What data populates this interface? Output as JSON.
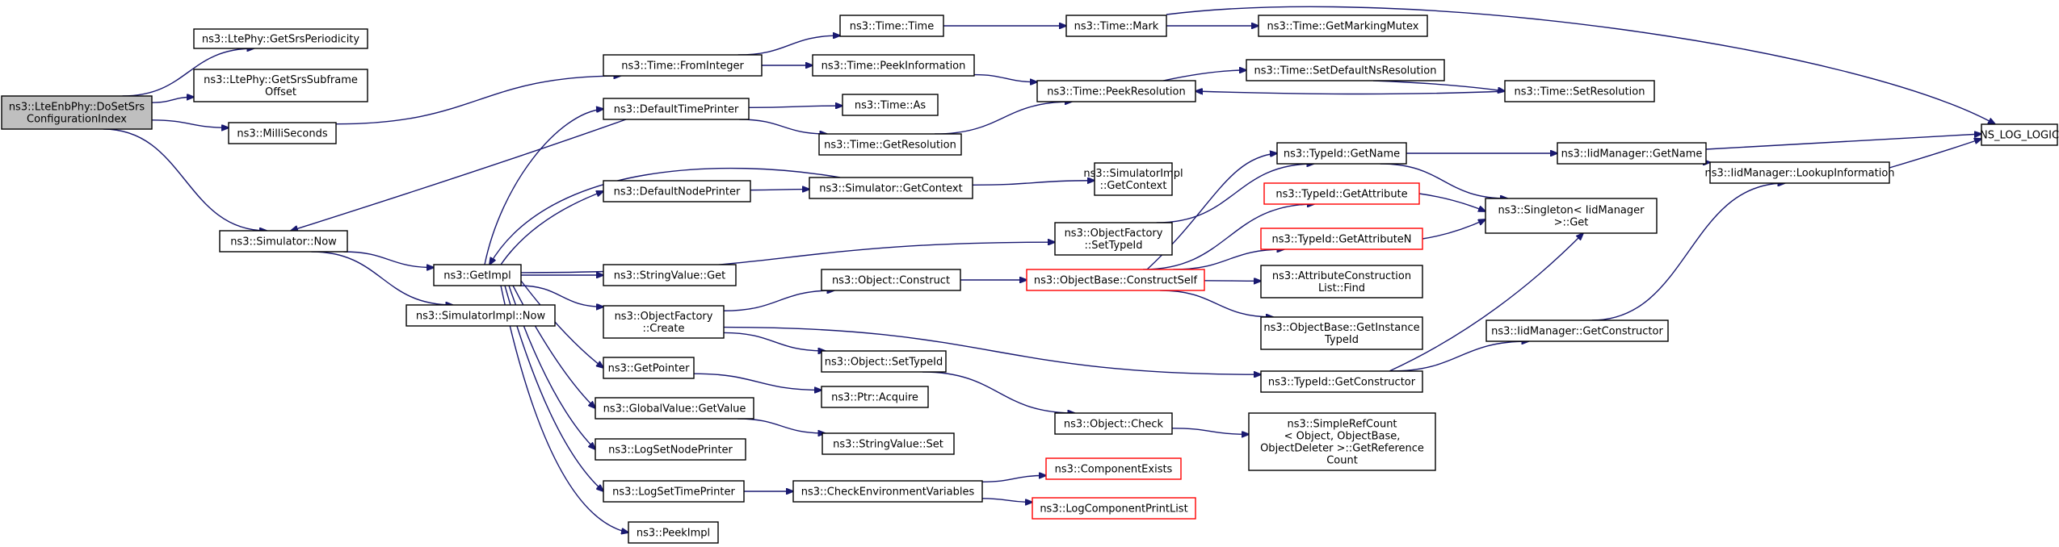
{
  "diagram": {
    "colors": {
      "edge": "#191970",
      "node_border": "#000000",
      "node_border_truncated": "#ff0000",
      "root_fill": "#bfbfbf",
      "node_fill": "#ffffff"
    },
    "nodes": [
      {
        "id": "root",
        "lines": [
          "ns3::LteEnbPhy::DoSetSrs",
          "ConfigurationIndex"
        ],
        "style": "root"
      },
      {
        "id": "getSrsPeriodicity",
        "lines": [
          "ns3::LtePhy::GetSrsPeriodicity"
        ]
      },
      {
        "id": "getSrsSubframeOffset",
        "lines": [
          "ns3::LtePhy::GetSrsSubframe",
          "Offset"
        ]
      },
      {
        "id": "milliSeconds",
        "lines": [
          "ns3::MilliSeconds"
        ]
      },
      {
        "id": "simNow",
        "lines": [
          "ns3::Simulator::Now"
        ]
      },
      {
        "id": "timeFromInteger",
        "lines": [
          "ns3::Time::FromInteger"
        ]
      },
      {
        "id": "timeTime",
        "lines": [
          "ns3::Time::Time"
        ]
      },
      {
        "id": "timePeekInformation",
        "lines": [
          "ns3::Time::PeekInformation"
        ]
      },
      {
        "id": "timeMark",
        "lines": [
          "ns3::Time::Mark"
        ]
      },
      {
        "id": "getMarkingMutex",
        "lines": [
          "ns3::Time::GetMarkingMutex"
        ]
      },
      {
        "id": "nsLogLogic",
        "lines": [
          "NS_LOG_LOGIC"
        ]
      },
      {
        "id": "defaultTimePrinter",
        "lines": [
          "ns3::DefaultTimePrinter"
        ]
      },
      {
        "id": "timeAs",
        "lines": [
          "ns3::Time::As"
        ]
      },
      {
        "id": "timeGetResolution",
        "lines": [
          "ns3::Time::GetResolution"
        ]
      },
      {
        "id": "timePeekResolution",
        "lines": [
          "ns3::Time::PeekResolution"
        ]
      },
      {
        "id": "setDefaultNsResolution",
        "lines": [
          "ns3::Time::SetDefaultNsResolution"
        ]
      },
      {
        "id": "setResolution",
        "lines": [
          "ns3::Time::SetResolution"
        ]
      },
      {
        "id": "defaultNodePrinter",
        "lines": [
          "ns3::DefaultNodePrinter"
        ]
      },
      {
        "id": "simGetContext",
        "lines": [
          "ns3::Simulator::GetContext"
        ]
      },
      {
        "id": "simImplGetContext",
        "lines": [
          "ns3::SimulatorImpl",
          "::GetContext"
        ]
      },
      {
        "id": "getImpl",
        "lines": [
          "ns3::GetImpl"
        ]
      },
      {
        "id": "simImplNow",
        "lines": [
          "ns3::SimulatorImpl::Now"
        ]
      },
      {
        "id": "ofSetTypeId",
        "lines": [
          "ns3::ObjectFactory",
          "::SetTypeId"
        ]
      },
      {
        "id": "stringValueGet",
        "lines": [
          "ns3::StringValue::Get"
        ]
      },
      {
        "id": "ofCreate",
        "lines": [
          "ns3::ObjectFactory",
          "::Create"
        ]
      },
      {
        "id": "objConstruct",
        "lines": [
          "ns3::Object::Construct"
        ]
      },
      {
        "id": "constructSelf",
        "lines": [
          "ns3::ObjectBase::ConstructSelf"
        ],
        "style": "red"
      },
      {
        "id": "typeIdGetName",
        "lines": [
          "ns3::TypeId::GetName"
        ]
      },
      {
        "id": "typeIdGetAttribute",
        "lines": [
          "ns3::TypeId::GetAttribute"
        ],
        "style": "red"
      },
      {
        "id": "typeIdGetAttributeN",
        "lines": [
          "ns3::TypeId::GetAttributeN"
        ],
        "style": "red"
      },
      {
        "id": "attrConstructionFind",
        "lines": [
          "ns3::AttributeConstruction",
          "List::Find"
        ]
      },
      {
        "id": "getInstanceTypeId",
        "lines": [
          "ns3::ObjectBase::GetInstance",
          "TypeId"
        ]
      },
      {
        "id": "iidGetName",
        "lines": [
          "ns3::IidManager::GetName"
        ]
      },
      {
        "id": "singletonGet",
        "lines": [
          "ns3::Singleton< IidManager",
          ">::Get"
        ]
      },
      {
        "id": "lookupInformation",
        "lines": [
          "ns3::IidManager::LookupInformation"
        ]
      },
      {
        "id": "iidGetConstructor",
        "lines": [
          "ns3::IidManager::GetConstructor"
        ]
      },
      {
        "id": "typeIdGetConstructor",
        "lines": [
          "ns3::TypeId::GetConstructor"
        ]
      },
      {
        "id": "getPointer",
        "lines": [
          "ns3::GetPointer"
        ]
      },
      {
        "id": "objSetTypeId",
        "lines": [
          "ns3::Object::SetTypeId"
        ]
      },
      {
        "id": "ptrAcquire",
        "lines": [
          "ns3::Ptr::Acquire"
        ]
      },
      {
        "id": "objCheck",
        "lines": [
          "ns3::Object::Check"
        ]
      },
      {
        "id": "simpleRefCount",
        "lines": [
          "ns3::SimpleRefCount",
          "< Object, ObjectBase,",
          "ObjectDeleter >::GetReference",
          "Count"
        ]
      },
      {
        "id": "globalValueGetValue",
        "lines": [
          "ns3::GlobalValue::GetValue"
        ]
      },
      {
        "id": "stringValueSet",
        "lines": [
          "ns3::StringValue::Set"
        ]
      },
      {
        "id": "logSetNodePrinter",
        "lines": [
          "ns3::LogSetNodePrinter"
        ]
      },
      {
        "id": "logSetTimePrinter",
        "lines": [
          "ns3::LogSetTimePrinter"
        ]
      },
      {
        "id": "checkEnvVars",
        "lines": [
          "ns3::CheckEnvironmentVariables"
        ]
      },
      {
        "id": "componentExists",
        "lines": [
          "ns3::ComponentExists"
        ],
        "style": "red"
      },
      {
        "id": "logComponentPrintList",
        "lines": [
          "ns3::LogComponentPrintList"
        ],
        "style": "red"
      },
      {
        "id": "peekImpl",
        "lines": [
          "ns3::PeekImpl"
        ]
      }
    ],
    "edges": [
      [
        "root",
        "getSrsPeriodicity"
      ],
      [
        "root",
        "getSrsSubframeOffset"
      ],
      [
        "root",
        "milliSeconds"
      ],
      [
        "root",
        "simNow"
      ],
      [
        "milliSeconds",
        "timeFromInteger"
      ],
      [
        "timeFromInteger",
        "timeTime"
      ],
      [
        "timeFromInteger",
        "timePeekInformation"
      ],
      [
        "timeTime",
        "timeMark"
      ],
      [
        "timeMark",
        "getMarkingMutex"
      ],
      [
        "timeMark",
        "nsLogLogic"
      ],
      [
        "timePeekInformation",
        "timePeekResolution"
      ],
      [
        "timePeekResolution",
        "setDefaultNsResolution"
      ],
      [
        "setDefaultNsResolution",
        "setResolution"
      ],
      [
        "setResolution",
        "timePeekResolution"
      ],
      [
        "simNow",
        "getImpl"
      ],
      [
        "simNow",
        "simImplNow"
      ],
      [
        "defaultTimePrinter",
        "simNow"
      ],
      [
        "defaultTimePrinter",
        "timeAs"
      ],
      [
        "defaultTimePrinter",
        "timeGetResolution"
      ],
      [
        "timeGetResolution",
        "timePeekResolution"
      ],
      [
        "defaultNodePrinter",
        "simGetContext"
      ],
      [
        "simGetContext",
        "getImpl"
      ],
      [
        "simGetContext",
        "simImplGetContext"
      ],
      [
        "getImpl",
        "defaultTimePrinter"
      ],
      [
        "getImpl",
        "defaultNodePrinter"
      ],
      [
        "getImpl",
        "ofSetTypeId"
      ],
      [
        "getImpl",
        "stringValueGet"
      ],
      [
        "getImpl",
        "ofCreate"
      ],
      [
        "getImpl",
        "getPointer"
      ],
      [
        "getImpl",
        "globalValueGetValue"
      ],
      [
        "getImpl",
        "logSetNodePrinter"
      ],
      [
        "getImpl",
        "logSetTimePrinter"
      ],
      [
        "getImpl",
        "peekImpl"
      ],
      [
        "ofSetTypeId",
        "typeIdGetName"
      ],
      [
        "ofCreate",
        "objConstruct"
      ],
      [
        "ofCreate",
        "objSetTypeId"
      ],
      [
        "ofCreate",
        "typeIdGetConstructor"
      ],
      [
        "objConstruct",
        "constructSelf"
      ],
      [
        "constructSelf",
        "typeIdGetName"
      ],
      [
        "constructSelf",
        "typeIdGetAttribute"
      ],
      [
        "constructSelf",
        "typeIdGetAttributeN"
      ],
      [
        "constructSelf",
        "attrConstructionFind"
      ],
      [
        "constructSelf",
        "getInstanceTypeId"
      ],
      [
        "typeIdGetName",
        "iidGetName"
      ],
      [
        "typeIdGetName",
        "singletonGet"
      ],
      [
        "typeIdGetAttribute",
        "singletonGet"
      ],
      [
        "typeIdGetAttributeN",
        "singletonGet"
      ],
      [
        "iidGetName",
        "nsLogLogic"
      ],
      [
        "iidGetName",
        "lookupInformation"
      ],
      [
        "lookupInformation",
        "nsLogLogic"
      ],
      [
        "typeIdGetConstructor",
        "singletonGet"
      ],
      [
        "typeIdGetConstructor",
        "iidGetConstructor"
      ],
      [
        "iidGetConstructor",
        "lookupInformation"
      ],
      [
        "getPointer",
        "ptrAcquire"
      ],
      [
        "objSetTypeId",
        "objCheck"
      ],
      [
        "objCheck",
        "simpleRefCount"
      ],
      [
        "globalValueGetValue",
        "stringValueSet"
      ],
      [
        "logSetTimePrinter",
        "checkEnvVars"
      ],
      [
        "checkEnvVars",
        "componentExists"
      ],
      [
        "checkEnvVars",
        "logComponentPrintList"
      ]
    ]
  }
}
